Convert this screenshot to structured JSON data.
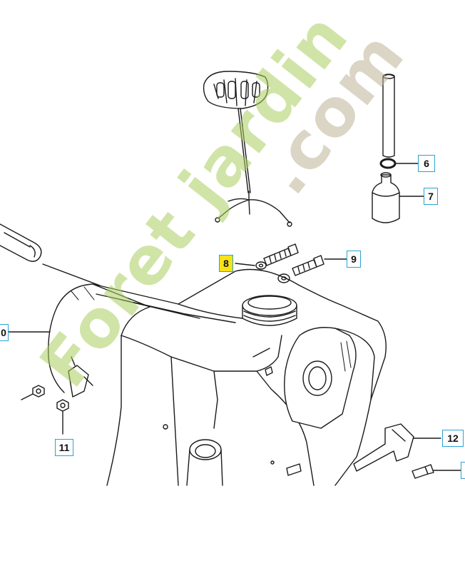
{
  "callouts": {
    "c6": "6",
    "c7": "7",
    "c8": "8",
    "c9": "9",
    "c10": "0",
    "c11": "11",
    "c12": "12"
  },
  "highlighted_callout": "8",
  "watermark": {
    "green_part": "Foret jardin",
    "grey_part": ".com"
  },
  "colors": {
    "callout_border": "#29a3d6",
    "highlight": "#f6e21b",
    "line_art": "#1a1a1a",
    "watermark_green": "#aacd5f",
    "watermark_grey": "#beb296"
  }
}
